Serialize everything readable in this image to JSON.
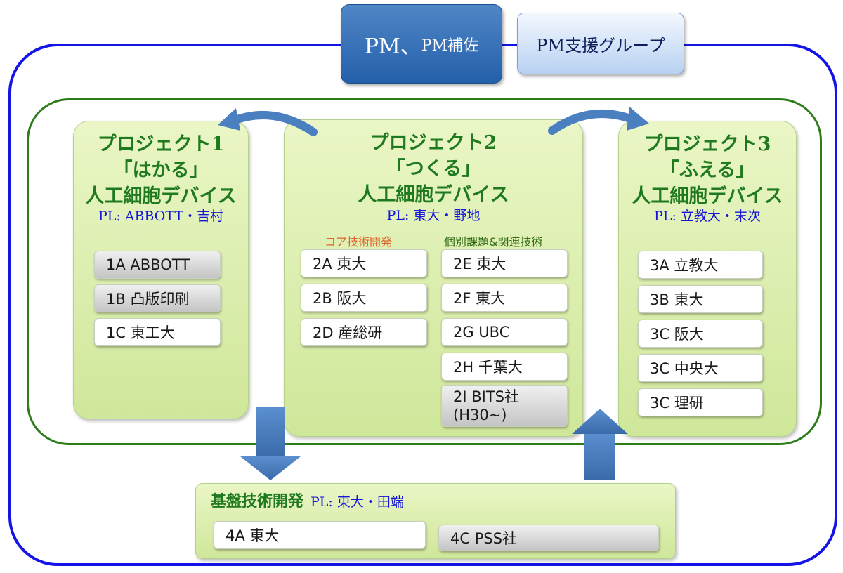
{
  "header": {
    "pm_main": "PM、",
    "pm_sub": "PM補佐",
    "support": "PM支援グループ"
  },
  "projects": [
    {
      "title1": "プロジェクト1",
      "title2": "「はかる」",
      "title3": "人工細胞デバイス",
      "pl": "PL: ABBOTT・吉村",
      "items": [
        {
          "label": "1A ABBOTT",
          "style": "gray"
        },
        {
          "label": "1B 凸版印刷",
          "style": "gray"
        },
        {
          "label": "1C 東工大",
          "style": "white"
        }
      ]
    },
    {
      "title1": "プロジェクト2",
      "title2": "「つくる」",
      "title3": "人工細胞デバイス",
      "pl": "PL: 東大・野地",
      "col1_head": "コア技術開発",
      "col2_head": "個別課題&関連技術",
      "col1": [
        {
          "label": "2A 東大"
        },
        {
          "label": "2B 阪大"
        },
        {
          "label": "2D 産総研"
        }
      ],
      "col2": [
        {
          "label": "2E 東大"
        },
        {
          "label": "2F 東大"
        },
        {
          "label": "2G UBC"
        },
        {
          "label": "2H 千葉大"
        },
        {
          "label": "2I BITS社\n(H30~)"
        }
      ]
    },
    {
      "title1": "プロジェクト3",
      "title2": "「ふえる」",
      "title3": "人工細胞デバイス",
      "pl": "PL: 立教大・末次",
      "items": [
        {
          "label": "3A 立教大"
        },
        {
          "label": "3B 東大"
        },
        {
          "label": "3C 阪大"
        },
        {
          "label": "3C 中央大"
        },
        {
          "label": "3C 理研"
        }
      ]
    }
  ],
  "base": {
    "title": "基盤技術開発",
    "pl": "PL: 東大・田端",
    "items": [
      {
        "label": "4A 東大"
      },
      {
        "label": "4C PSS社"
      }
    ]
  },
  "colors": {
    "outer_border": "#1414e6",
    "inner_border": "#2e7d1a",
    "title_green": "#1f7a1f",
    "pl_blue": "#1515d8",
    "arrow_blue": "#4a7fc0"
  }
}
